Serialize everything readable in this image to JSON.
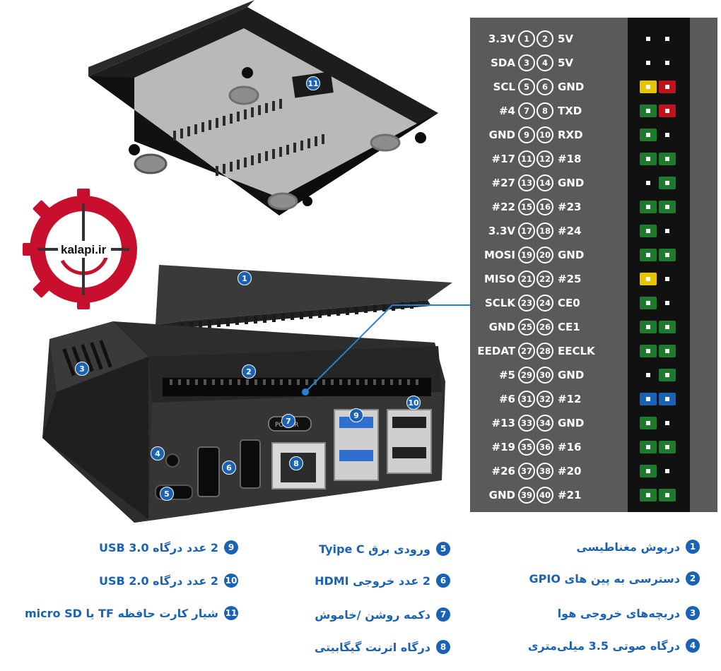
{
  "logo": {
    "text": "kalapi.ir"
  },
  "gpio": {
    "pins": [
      {
        "left": "3.3V",
        "l": "1",
        "r": "2",
        "right": "5V",
        "c1": "#111111",
        "c2": "#111111"
      },
      {
        "left": "SDA",
        "l": "3",
        "r": "4",
        "right": "5V",
        "c1": "#111111",
        "c2": "#111111"
      },
      {
        "left": "SCL",
        "l": "5",
        "r": "6",
        "right": "GND",
        "c1": "#e8c400",
        "c2": "#c0141c"
      },
      {
        "left": "#4",
        "l": "7",
        "r": "8",
        "right": "TXD",
        "c1": "#1e7a2c",
        "c2": "#c0141c"
      },
      {
        "left": "GND",
        "l": "9",
        "r": "10",
        "right": "RXD",
        "c1": "#1e7a2c",
        "c2": "#111111"
      },
      {
        "left": "#17",
        "l": "11",
        "r": "12",
        "right": "#18",
        "c1": "#1e7a2c",
        "c2": "#1e7a2c"
      },
      {
        "left": "#27",
        "l": "13",
        "r": "14",
        "right": "GND",
        "c1": "#111111",
        "c2": "#1e7a2c"
      },
      {
        "left": "#22",
        "l": "15",
        "r": "16",
        "right": "#23",
        "c1": "#1e7a2c",
        "c2": "#1e7a2c"
      },
      {
        "left": "3.3V",
        "l": "17",
        "r": "18",
        "right": "#24",
        "c1": "#1e7a2c",
        "c2": "#111111"
      },
      {
        "left": "MOSI",
        "l": "19",
        "r": "20",
        "right": "GND",
        "c1": "#1e7a2c",
        "c2": "#1e7a2c"
      },
      {
        "left": "MISO",
        "l": "21",
        "r": "22",
        "right": "#25",
        "c1": "#e8c400",
        "c2": "#111111"
      },
      {
        "left": "SCLK",
        "l": "23",
        "r": "24",
        "right": "CE0",
        "c1": "#1e7a2c",
        "c2": "#111111"
      },
      {
        "left": "GND",
        "l": "25",
        "r": "26",
        "right": "CE1",
        "c1": "#1e7a2c",
        "c2": "#1e7a2c"
      },
      {
        "left": "EEDAT",
        "l": "27",
        "r": "28",
        "right": "EECLK",
        "c1": "#1e7a2c",
        "c2": "#1e7a2c"
      },
      {
        "left": "#5",
        "l": "29",
        "r": "30",
        "right": "GND",
        "c1": "#111111",
        "c2": "#1e7a2c"
      },
      {
        "left": "#6",
        "l": "31",
        "r": "32",
        "right": "#12",
        "c1": "#1a63b4",
        "c2": "#1a63b4"
      },
      {
        "left": "#13",
        "l": "33",
        "r": "34",
        "right": "GND",
        "c1": "#1e7a2c",
        "c2": "#111111"
      },
      {
        "left": "#19",
        "l": "35",
        "r": "36",
        "right": "#16",
        "c1": "#1e7a2c",
        "c2": "#1e7a2c"
      },
      {
        "left": "#26",
        "l": "37",
        "r": "38",
        "right": "#20",
        "c1": "#1e7a2c",
        "c2": "#111111"
      },
      {
        "left": "GND",
        "l": "39",
        "r": "40",
        "right": "#21",
        "c1": "#1e7a2c",
        "c2": "#1e7a2c"
      }
    ]
  },
  "callouts": [
    "1",
    "2",
    "3",
    "4",
    "5",
    "6",
    "7",
    "8",
    "9",
    "10",
    "11"
  ],
  "power_label": "POWER",
  "legend": [
    {
      "num": "1",
      "text": "درپوش مغناطیسی"
    },
    {
      "num": "2",
      "text": "دسترسی به پین های GPIO"
    },
    {
      "num": "3",
      "text": "دریچه‌های خروجی هوا"
    },
    {
      "num": "4",
      "text": "درگاه صوتی 3.5 میلی‌متری"
    },
    {
      "num": "5",
      "text": "ورودی برق Tyipe C"
    },
    {
      "num": "6",
      "text": "2 عدد خروجی HDMI"
    },
    {
      "num": "7",
      "text": "دکمه روشن /خاموش"
    },
    {
      "num": "8",
      "text": "درگاه اترنت گیگابیتی"
    },
    {
      "num": "9",
      "text": "2 عدد درگاه USB 3.0"
    },
    {
      "num": "10",
      "text": "2 عدد درگاه USB 2.0"
    },
    {
      "num": "11",
      "text": "شیار کارت حافظه TF یا micro SD"
    }
  ],
  "colors": {
    "accent": "#1a63b4",
    "logo_red": "#c8102e"
  }
}
